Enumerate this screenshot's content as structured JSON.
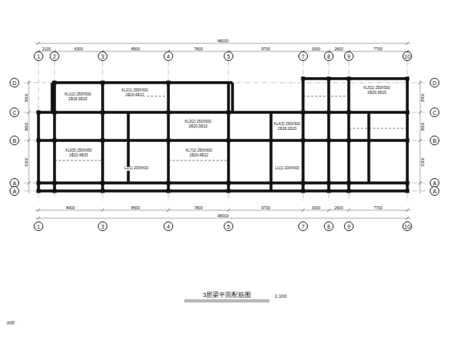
{
  "diagram": {
    "title": "3层梁平面配筋图",
    "nodes": [
      {
        "text": [
          "1"
        ]
      },
      {
        "text": [
          "2"
        ]
      },
      {
        "text": [
          "3"
        ]
      },
      {
        "text": [
          "4"
        ]
      },
      {
        "text": [
          "5"
        ]
      },
      {
        "text": [
          "7"
        ]
      },
      {
        "text": [
          "8"
        ]
      },
      {
        "text": [
          "9"
        ]
      },
      {
        "text": [
          "10"
        ]
      },
      {
        "text": [
          "D"
        ]
      },
      {
        "text": [
          "D"
        ]
      },
      {
        "text": [
          "C"
        ]
      },
      {
        "text": [
          "C"
        ]
      },
      {
        "text": [
          "B"
        ]
      },
      {
        "text": [
          "B"
        ]
      },
      {
        "text": [
          "A"
        ]
      },
      {
        "text": [
          "A"
        ]
      },
      {
        "text": [
          "A"
        ]
      },
      {
        "text": [
          "A"
        ]
      },
      {
        "text": [
          "1"
        ]
      },
      {
        "text": [
          "3"
        ]
      },
      {
        "text": [
          "4"
        ]
      },
      {
        "text": [
          "5"
        ]
      },
      {
        "text": [
          "7"
        ]
      },
      {
        "text": [
          "8"
        ]
      },
      {
        "text": [
          "9"
        ]
      },
      {
        "text": [
          "10"
        ]
      }
    ],
    "labels": [
      "2100",
      "6300",
      "8500",
      "7800",
      "9700",
      "3300",
      "2600",
      "7700",
      "48000",
      "8400",
      "8500",
      "7800",
      "9700",
      "3300",
      "2600",
      "7700",
      "48000",
      "3900",
      "3600",
      "5300",
      "3900",
      "3600",
      "5300",
      "KL1(2) 250X500",
      "2Φ18;3Φ20",
      "KL2(1) 250X600",
      "2Φ20;4Φ22",
      "KL3(2) 250X600",
      "2Φ20;3Φ22",
      "KL4(3) 250X500",
      "2Φ18;2Φ20",
      "KL5(2) 250X500",
      "2Φ20;3Φ20",
      "KL6(5) 250X650",
      "2Φ22;4Φ25",
      "KL7(2) 250X600",
      "2Φ20;4Φ22",
      "L1(1) 200X400",
      "L2(1) 200X400",
      "1:100",
      "说明:"
    ]
  }
}
